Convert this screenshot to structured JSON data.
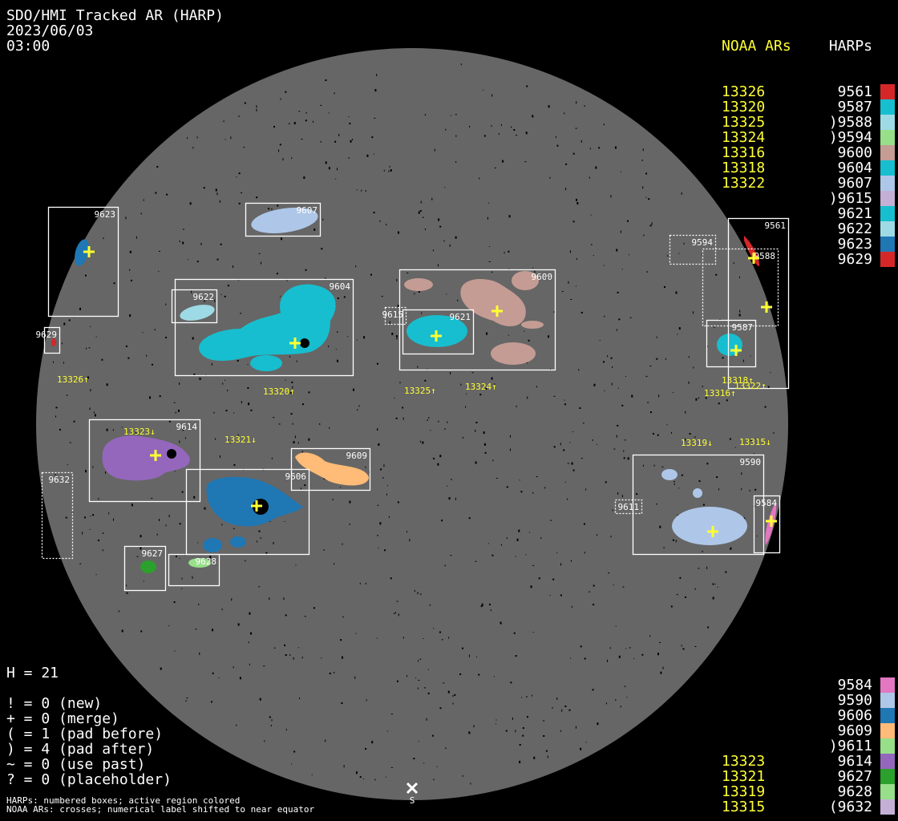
{
  "header": {
    "title": "SDO/HMI Tracked AR (HARP)",
    "date": "2023/06/03",
    "time": "03:00"
  },
  "legend_top": {
    "noaa_heading": "NOAA ARs",
    "harp_heading": "HARPs",
    "noaa": [
      "13326",
      "13320",
      "13325",
      "13324",
      "13316",
      "13318",
      "13322"
    ],
    "harps": [
      {
        "label": "9561",
        "color": "#d62728"
      },
      {
        "label": "9587",
        "color": "#17becf"
      },
      {
        "label": ")9588",
        "color": "#9edae5"
      },
      {
        "label": ")9594",
        "color": "#98df8a"
      },
      {
        "label": "9600",
        "color": "#c49c94"
      },
      {
        "label": "9604",
        "color": "#17becf"
      },
      {
        "label": "9607",
        "color": "#aec7e8"
      },
      {
        "label": ")9615",
        "color": "#c5b0d5"
      },
      {
        "label": "9621",
        "color": "#17becf"
      },
      {
        "label": "9622",
        "color": "#9edae5"
      },
      {
        "label": "9623",
        "color": "#1f77b4"
      },
      {
        "label": "9629",
        "color": "#d62728"
      }
    ]
  },
  "legend_bottom": {
    "noaa": [
      "",
      "",
      "",
      "",
      "",
      "13323",
      "13321",
      "13319",
      "13315"
    ],
    "harps": [
      {
        "label": "9584",
        "color": "#e377c2"
      },
      {
        "label": "9590",
        "color": "#aec7e8"
      },
      {
        "label": "9606",
        "color": "#1f77b4"
      },
      {
        "label": "9609",
        "color": "#ffbb78"
      },
      {
        "label": ")9611",
        "color": "#98df8a"
      },
      {
        "label": "9614",
        "color": "#9467bd"
      },
      {
        "label": "9627",
        "color": "#2ca02c"
      },
      {
        "label": "9628",
        "color": "#98df8a"
      },
      {
        "label": "(9632",
        "color": "#c5b0d5"
      }
    ]
  },
  "stats": {
    "h": "H = 21",
    "lines": [
      "! = 0 (new)",
      "+ = 0 (merge)",
      "( = 1 (pad before)",
      ") = 4 (pad after)",
      "~ = 0 (use past)",
      "? = 0 (placeholder)"
    ]
  },
  "notes": [
    "HARPs: numbered boxes; active region colored",
    "NOAA ARs: crosses; numerical label shifted to near equator"
  ],
  "south_label": "S",
  "disk": {
    "harp_boxes": [
      {
        "id": "9623",
        "dotted": false
      },
      {
        "id": "9607",
        "dotted": false
      },
      {
        "id": "9604",
        "dotted": false
      },
      {
        "id": "9622",
        "dotted": false
      },
      {
        "id": "9629",
        "dotted": false
      },
      {
        "id": "9600",
        "dotted": false
      },
      {
        "id": "9621",
        "dotted": false
      },
      {
        "id": "9615",
        "dotted": true
      },
      {
        "id": "9594",
        "dotted": true
      },
      {
        "id": "9588",
        "dotted": true
      },
      {
        "id": "9561",
        "dotted": false
      },
      {
        "id": "9587",
        "dotted": false
      },
      {
        "id": "9614",
        "dotted": false
      },
      {
        "id": "9609",
        "dotted": false
      },
      {
        "id": "9606",
        "dotted": false
      },
      {
        "id": "9632",
        "dotted": true
      },
      {
        "id": "9627",
        "dotted": false
      },
      {
        "id": "9628",
        "dotted": false
      },
      {
        "id": "9590",
        "dotted": false
      },
      {
        "id": "9611",
        "dotted": true
      },
      {
        "id": "9584",
        "dotted": false
      }
    ],
    "noaa_labels": [
      {
        "id": "13326",
        "arrow": "↑"
      },
      {
        "id": "13320",
        "arrow": "↑"
      },
      {
        "id": "13325",
        "arrow": "↑"
      },
      {
        "id": "13324",
        "arrow": "↑"
      },
      {
        "id": "13318",
        "arrow": "↑"
      },
      {
        "id": "13322",
        "arrow": "↑"
      },
      {
        "id": "13316",
        "arrow": "↑"
      },
      {
        "id": "13319",
        "arrow": "↓"
      },
      {
        "id": "13315",
        "arrow": "↓"
      },
      {
        "id": "13323",
        "arrow": "↓"
      },
      {
        "id": "13321",
        "arrow": "↓"
      }
    ]
  },
  "colors": {
    "disk": "#666666",
    "cross": "#ffff33",
    "box": "#ffffff"
  }
}
